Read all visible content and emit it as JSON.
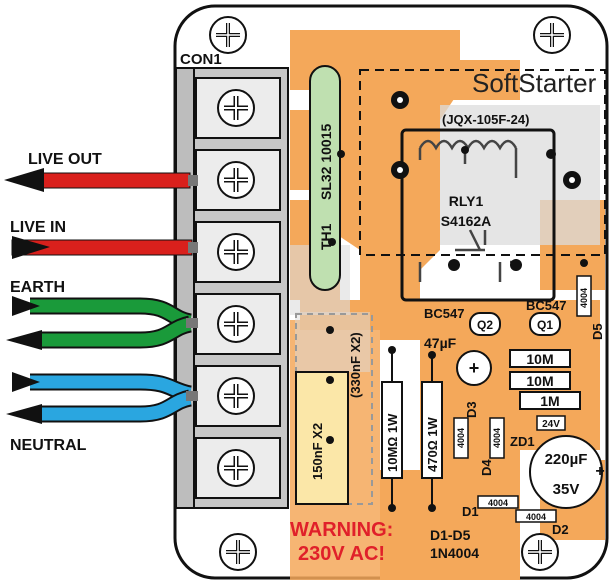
{
  "connector": {
    "ref": "CON1",
    "wires": [
      {
        "label": "LIVE OUT",
        "color": "#d9201c"
      },
      {
        "label": "LIVE IN",
        "color": "#d9201c"
      },
      {
        "label": "EARTH",
        "color": "#1a9a3a"
      },
      {
        "label": "NEUTRAL",
        "color": "#2aa6e0"
      }
    ]
  },
  "board": {
    "title": "SoftStarter",
    "relay_type": "(JQX-105F-24)",
    "relay_ref": "RLY1",
    "relay_part": "S4162A",
    "thermistor_ref": "TH1",
    "thermistor_part": "SL32 10015",
    "cap_x2_main": "150nF X2",
    "cap_x2_alt": "(330nF X2)",
    "res_10mohm": "10MΩ 1W",
    "res_470ohm": "470Ω 1W",
    "cap_47u": "47µF",
    "q2_type": "BC547",
    "q2_ref": "Q2",
    "q1_type": "BC547",
    "q1_ref": "Q1",
    "res_10m_a": "10M",
    "res_10m_b": "10M",
    "res_1m": "1M",
    "zener_value": "24V",
    "zener_ref": "ZD1",
    "d3_ref": "D3",
    "d4_ref": "D4",
    "d1_ref": "D1",
    "d2_ref": "D2",
    "d5_ref": "D5",
    "diode_code": "4004",
    "cap_220u": "220µF",
    "cap_220u_v": "35V",
    "diode_note_1": "D1-D5",
    "diode_note_2": "1N4004",
    "warning_1": "WARNING:",
    "warning_2": "230V AC!"
  },
  "colors": {
    "pcb": "#f4a85a",
    "pcb_dark": "#e98e3a",
    "silk": "#dcdcdc",
    "thermistor": "#bfe0b0",
    "x2cap": "#fbe7a8",
    "warning": "#e0202a"
  }
}
